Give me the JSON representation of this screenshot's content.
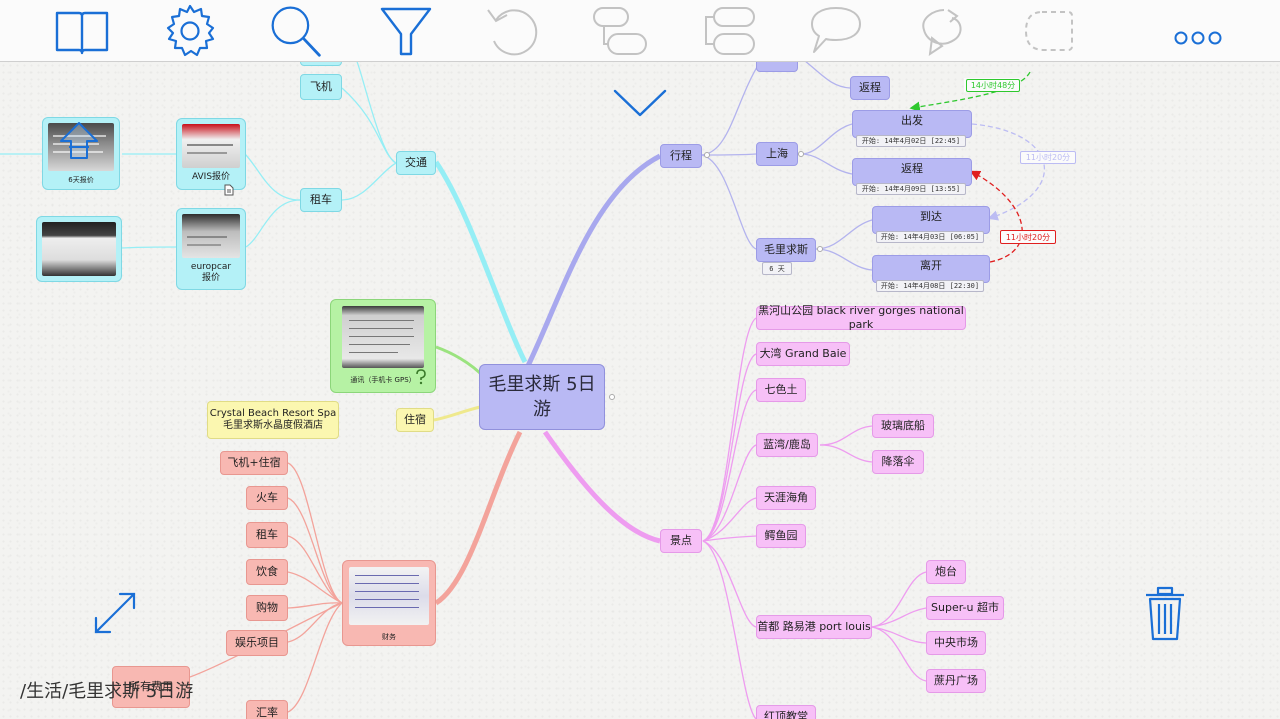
{
  "toolbar": {
    "icons": [
      "book-icon",
      "gear-icon",
      "search-icon",
      "filter-icon",
      "undo-icon",
      "add-child-topic-icon",
      "add-sibling-topic-icon",
      "callout-icon",
      "relationship-icon",
      "boundary-icon",
      "more-icon"
    ],
    "accent": "#1a6fd6",
    "disabled_color": "#c3c3c3"
  },
  "colors": {
    "branch_blue": "#a8a8ee",
    "branch_pink": "#ee9cf0",
    "branch_cyan": "#95eef5",
    "branch_salmon": "#f3a39b",
    "branch_yellow": "#efe98d",
    "branch_green": "#9be37f",
    "rel_green": "#2ec82e",
    "rel_red": "#e01e1e",
    "rel_lavender": "#bcbcf3"
  },
  "root": {
    "line1": "毛里求斯 5日",
    "line2": "游"
  },
  "itinerary": {
    "label": "行程",
    "partial_top": "返程",
    "shanghai": {
      "label": "上海",
      "depart": "出发",
      "depart_time": "开始:  14年4月02日 [22:45]",
      "return": "返程",
      "return_time": "开始:  14年4月09日 [13:55]"
    },
    "mauritius": {
      "label": "毛里求斯",
      "days": "6 天",
      "arrive": "到达",
      "arrive_time": "开始:  14年4月03日 [06:05]",
      "leave": "离开",
      "leave_time": "开始:  14年4月08日 [22:30]"
    },
    "relations": {
      "green": "14小时48分",
      "lavender": "11小时20分",
      "red": "11小时20分"
    }
  },
  "sights": {
    "label": "景点",
    "items": [
      "黑河山公园 black river gorges national park",
      "大湾 Grand Baie",
      "七色土",
      "蓝湾/鹿岛",
      "天涯海角",
      "鳄鱼园",
      "首都 路易港 port louis",
      "红顶教堂"
    ],
    "bluebay_children": [
      "玻璃底船",
      "降落伞"
    ],
    "capital_children": [
      "炮台",
      "Super-u 超市",
      "中央市场",
      "蔗丹广场"
    ]
  },
  "transport": {
    "label": "交通",
    "plane": "飞机",
    "rental": "租车",
    "quote_6days": "6天报价",
    "avis": "AVIS报价",
    "europcar_line1": "europcar",
    "europcar_line2": "报价"
  },
  "comm": {
    "caption": "通讯（手机卡 GPS）"
  },
  "lodging": {
    "label": "住宿",
    "hotel_line1": "Crystal Beach Resort Spa",
    "hotel_line2": "毛里求斯水晶度假酒店"
  },
  "finance": {
    "caption": "财务",
    "items": [
      "飞机+住宿",
      "火车",
      "租车",
      "饮食",
      "购物",
      "娱乐项目",
      "汇率"
    ],
    "partial_bottom": "所有费用"
  },
  "canvas_controls": {
    "collapse_icon": "chevron-down-icon",
    "expand_icon": "expand-icon",
    "delete_icon": "trash-icon"
  },
  "breadcrumb": "/生活/毛里求斯 5日游"
}
